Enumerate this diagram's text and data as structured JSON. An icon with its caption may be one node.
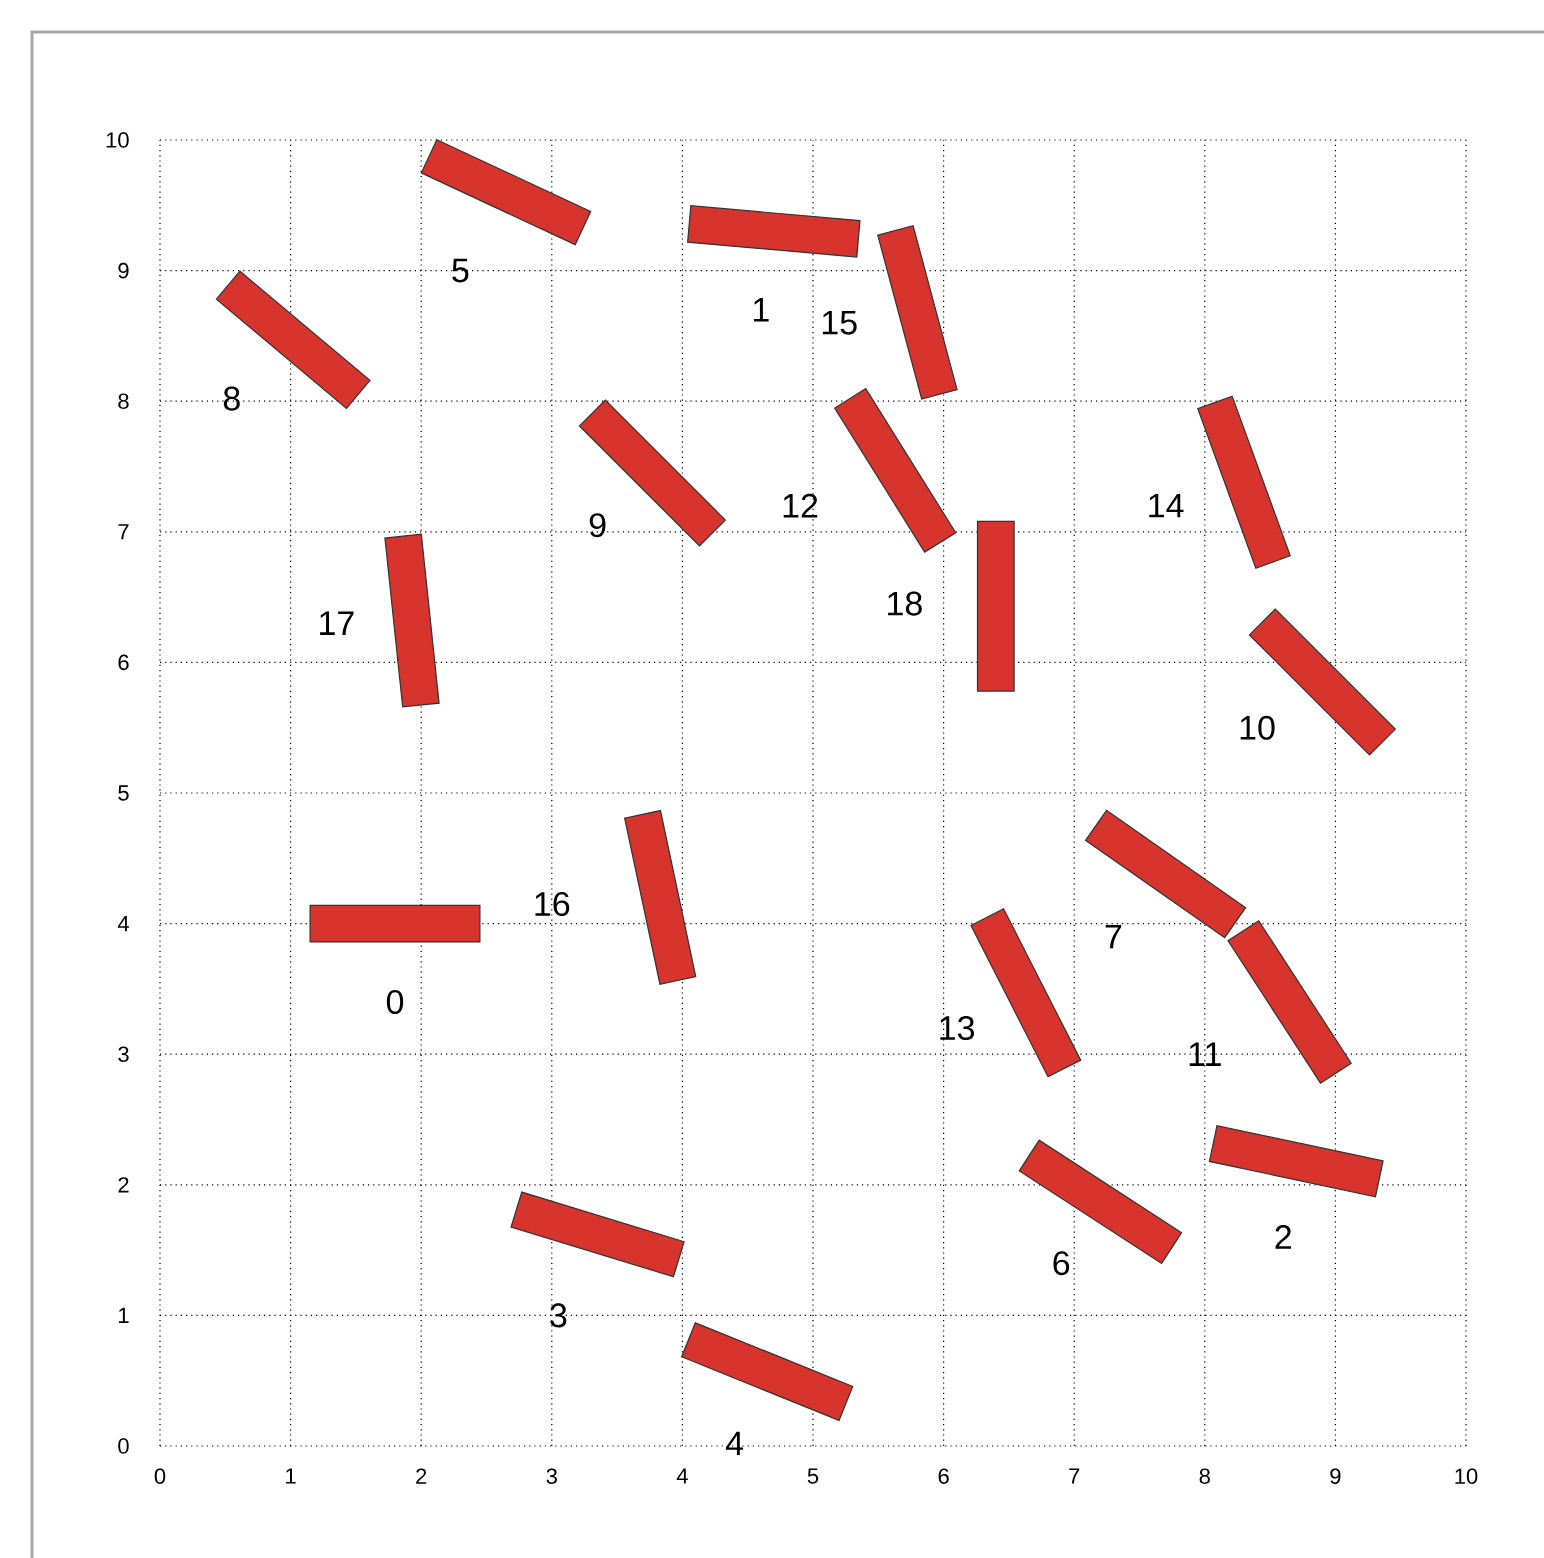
{
  "diagram": {
    "nodes": [
      {
        "text": [],
        "shape": "bar",
        "beside": [
          "0"
        ]
      },
      {
        "text": [],
        "shape": "bar",
        "beside": [
          "1"
        ]
      },
      {
        "text": [],
        "shape": "bar",
        "beside": [
          "2"
        ]
      },
      {
        "text": [],
        "shape": "bar",
        "beside": [
          "3"
        ]
      },
      {
        "text": [],
        "shape": "bar",
        "beside": [
          "4"
        ]
      },
      {
        "text": [],
        "shape": "bar",
        "beside": [
          "5"
        ]
      },
      {
        "text": [],
        "shape": "bar",
        "beside": [
          "6"
        ]
      },
      {
        "text": [],
        "shape": "bar",
        "beside": [
          "7"
        ]
      },
      {
        "text": [],
        "shape": "bar",
        "beside": [
          "8"
        ]
      },
      {
        "text": [],
        "shape": "bar",
        "beside": [
          "9"
        ]
      },
      {
        "text": [],
        "shape": "bar",
        "beside": [
          "10"
        ]
      },
      {
        "text": [],
        "shape": "bar",
        "beside": [
          "11"
        ]
      },
      {
        "text": [],
        "shape": "bar",
        "beside": [
          "12"
        ]
      },
      {
        "text": [],
        "shape": "bar",
        "beside": [
          "13"
        ]
      },
      {
        "text": [],
        "shape": "bar",
        "beside": [
          "14"
        ]
      },
      {
        "text": [],
        "shape": "bar",
        "beside": [
          "15"
        ]
      },
      {
        "text": [],
        "shape": "bar",
        "beside": [
          "16"
        ]
      },
      {
        "text": [],
        "shape": "bar",
        "beside": [
          "17"
        ]
      },
      {
        "text": [],
        "shape": "bar",
        "beside": [
          "18"
        ]
      }
    ],
    "labels": [
      "10",
      "9",
      "8",
      "7",
      "6",
      "5",
      "4",
      "3",
      "2",
      "1",
      "0",
      "0",
      "1",
      "2",
      "3",
      "4",
      "5",
      "6",
      "7",
      "8",
      "9",
      "10"
    ]
  }
}
